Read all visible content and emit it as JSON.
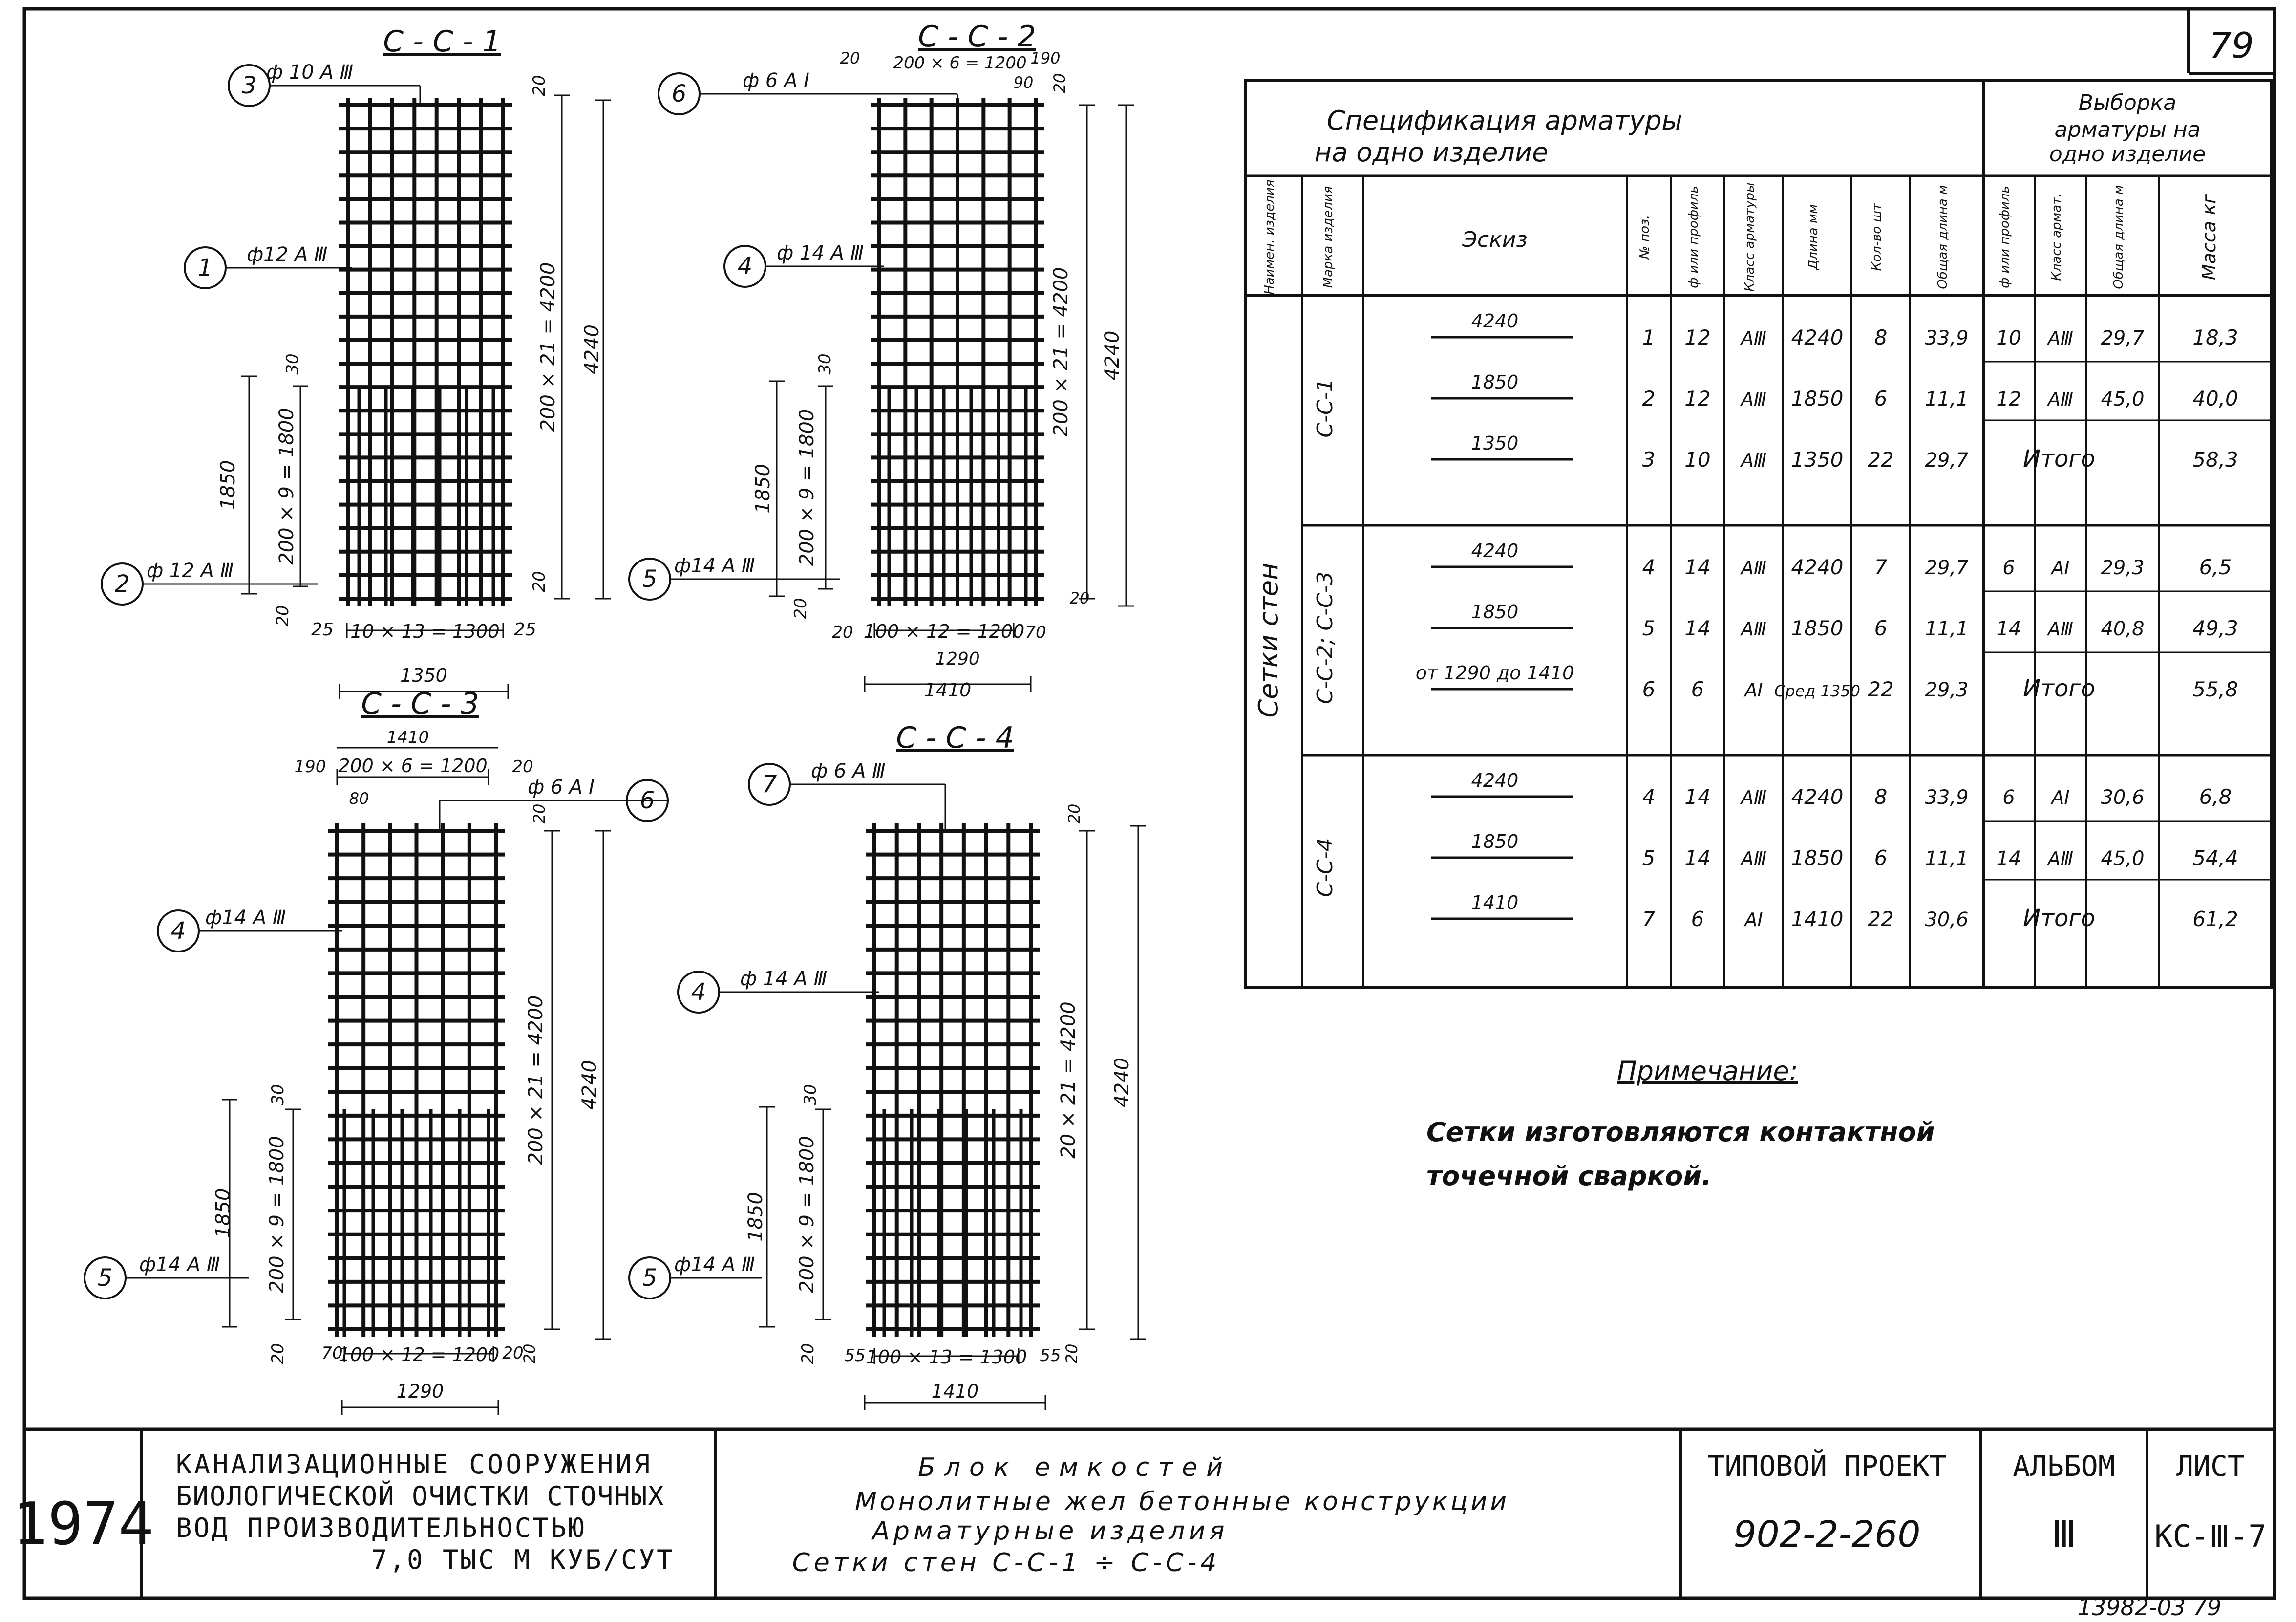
{
  "sheet": {
    "page_number": "79",
    "footer_code": "13982-03  79"
  },
  "drawings": [
    {
      "id": "ss1",
      "title": "С - С - 1",
      "leaders": [
        {
          "num": "3",
          "label": "ф 10 А Ⅲ"
        },
        {
          "num": "1",
          "label": "ф12 А Ⅲ"
        },
        {
          "num": "2",
          "label": "ф 12 А Ⅲ"
        }
      ],
      "dims": {
        "top_offset": "20",
        "bot_offset": "20",
        "height_total": "4240",
        "height_grid": "200 × 21 = 4200",
        "lower_band": "1850",
        "lower_grid": "200 × 9 = 1800",
        "lower_gap": "30",
        "bottom_grid": "10 × 13 = 1300",
        "left_edge": "25",
        "right_edge": "25",
        "width_total": "1350",
        "left_small": "20"
      }
    },
    {
      "id": "ss2",
      "title": "С - С - 2",
      "leaders": [
        {
          "num": "6",
          "label": "ф 6 А Ⅰ"
        },
        {
          "num": "4",
          "label": "ф 14 А Ⅲ"
        },
        {
          "num": "5",
          "label": "ф14 А Ⅲ"
        }
      ],
      "dims": {
        "top_grid": "200 × 6 = 1200",
        "top_left": "20",
        "top_r1": "190",
        "top_r2": "90",
        "top_r3": "20",
        "height_total": "4240",
        "height_grid": "200 × 21 = 4200",
        "lower_band": "1850",
        "lower_grid": "200 × 9 = 1800",
        "lower_gap": "30",
        "bot_offset": "20",
        "left_small": "20",
        "bottom_left": "20",
        "bottom_grid": "100 × 12 = 1200",
        "bottom_right": "70",
        "bottom_width": "1290",
        "width_total": "1410"
      }
    },
    {
      "id": "ss3",
      "title": "С - С - 3",
      "leaders": [
        {
          "num": "6",
          "label": "ф 6 А Ⅰ"
        },
        {
          "num": "4",
          "label": "ф14 А Ⅲ"
        },
        {
          "num": "5",
          "label": "ф14 А Ⅲ"
        }
      ],
      "dims": {
        "width_total_top": "1410",
        "top_left": "190",
        "top_grid": "200 × 6 = 1200",
        "top_right": "20",
        "top_sub": "80",
        "top_offset": "20",
        "height_total": "4240",
        "height_grid": "200 × 21 = 4200",
        "lower_band": "1850",
        "lower_grid": "200 × 9 = 1800",
        "lower_gap": "30",
        "left_small": "20",
        "bottom_left": "70",
        "bottom_grid": "100 × 12 = 1200",
        "bottom_right": "20",
        "bot_offset": "20",
        "bottom_width": "1290"
      }
    },
    {
      "id": "ss4",
      "title": "С - С - 4",
      "leaders": [
        {
          "num": "7",
          "label": "ф 6 А Ⅲ"
        },
        {
          "num": "4",
          "label": "ф 14 А Ⅲ"
        },
        {
          "num": "5",
          "label": "ф14 А Ⅲ"
        }
      ],
      "dims": {
        "top_offset": "20",
        "height_total": "4240",
        "height_grid": "20 × 21 = 4200",
        "lower_band": "1850",
        "lower_grid": "200 × 9 = 1800",
        "lower_gap": "30",
        "left_small": "20",
        "bottom_left": "55",
        "bottom_grid": "100 × 13 = 1300",
        "bottom_right": "55",
        "bot_offset": "20",
        "bottom_width": "1410"
      }
    }
  ],
  "spec_table": {
    "title_line1": "Спецификация  арматуры",
    "title_line2": "на  одно  изделие",
    "sample_title_1": "Выборка",
    "sample_title_2": "арматуры  на",
    "sample_title_3": "одно  изделие",
    "headers": [
      "Наимен. изделия",
      "Марка изделия",
      "Эскиз",
      "№ поз.",
      "ф или профиль",
      "Класс арматуры",
      "Длина мм",
      "Кол-во шт",
      "Общая длина м",
      "ф или профиль",
      "Класс армат.",
      "Общая длина м",
      "Масса кг"
    ],
    "group_name": "Сетки  стен",
    "groups": [
      {
        "mark": "С-С-1",
        "rows": [
          {
            "sketch": "4240",
            "pos": "1",
            "dia": "12",
            "cls": "АⅢ",
            "len": "4240",
            "qty": "8",
            "total": "33,9",
            "s_dia": "10",
            "s_cls": "АⅢ",
            "s_len": "29,7",
            "mass": "18,3"
          },
          {
            "sketch": "1850",
            "pos": "2",
            "dia": "12",
            "cls": "АⅢ",
            "len": "1850",
            "qty": "6",
            "total": "11,1",
            "s_dia": "12",
            "s_cls": "АⅢ",
            "s_len": "45,0",
            "mass": "40,0"
          },
          {
            "sketch": "1350",
            "pos": "3",
            "dia": "10",
            "cls": "АⅢ",
            "len": "1350",
            "qty": "22",
            "total": "29,7",
            "summary": "Итого",
            "mass": "58,3"
          }
        ]
      },
      {
        "mark": "С-С-2; С-С-3",
        "rows": [
          {
            "sketch": "4240",
            "pos": "4",
            "dia": "14",
            "cls": "АⅢ",
            "len": "4240",
            "qty": "7",
            "total": "29,7",
            "s_dia": "6",
            "s_cls": "АⅠ",
            "s_len": "29,3",
            "mass": "6,5"
          },
          {
            "sketch": "1850",
            "pos": "5",
            "dia": "14",
            "cls": "АⅢ",
            "len": "1850",
            "qty": "6",
            "total": "11,1",
            "s_dia": "14",
            "s_cls": "АⅢ",
            "s_len": "40,8",
            "mass": "49,3"
          },
          {
            "sketch": "от 1290 до 1410",
            "pos": "6",
            "dia": "6",
            "cls": "АⅠ",
            "len": "Сред 1350",
            "qty": "22",
            "total": "29,3",
            "summary": "Итого",
            "mass": "55,8"
          }
        ]
      },
      {
        "mark": "С-С-4",
        "rows": [
          {
            "sketch": "4240",
            "pos": "4",
            "dia": "14",
            "cls": "АⅢ",
            "len": "4240",
            "qty": "8",
            "total": "33,9",
            "s_dia": "6",
            "s_cls": "АⅠ",
            "s_len": "30,6",
            "mass": "6,8"
          },
          {
            "sketch": "1850",
            "pos": "5",
            "dia": "14",
            "cls": "АⅢ",
            "len": "1850",
            "qty": "6",
            "total": "11,1",
            "s_dia": "14",
            "s_cls": "АⅢ",
            "s_len": "45,0",
            "mass": "54,4"
          },
          {
            "sketch": "1410",
            "pos": "7",
            "dia": "6",
            "cls": "АⅠ",
            "len": "1410",
            "qty": "22",
            "total": "30,6",
            "summary": "Итого",
            "mass": "61,2"
          }
        ]
      }
    ]
  },
  "note": {
    "title": "Примечание:",
    "line1": "Сетки  изготовляются   контактной",
    "line2": "точечной  сваркой."
  },
  "title_block": {
    "year": "1974",
    "org_line1": "КАНАЛИЗАЦИОННЫЕ СООРУЖЕНИЯ",
    "org_line2": "БИОЛОГИЧЕСКОЙ ОЧИСТКИ СТОЧНЫХ",
    "org_line3": "ВОД  ПРОИЗВОДИТЕЛЬНОСТЬЮ",
    "org_line4": "7,0 ТЫС М КУБ/СУТ",
    "desc_line1": "Блок  емкостей",
    "desc_line2": "Монолитные  жел бетонные  конструкции",
    "desc_line3": "Арматурные  изделия",
    "desc_line4": "Сетки  стен  С-С-1 ÷ С-С-4",
    "project_label": "ТИПОВОЙ ПРОЕКТ",
    "project_value": "902-2-260",
    "album_label": "АЛЬБОМ",
    "album_value": "Ⅲ",
    "sheet_label": "ЛИСТ",
    "sheet_value": "КС-Ⅲ-7"
  }
}
